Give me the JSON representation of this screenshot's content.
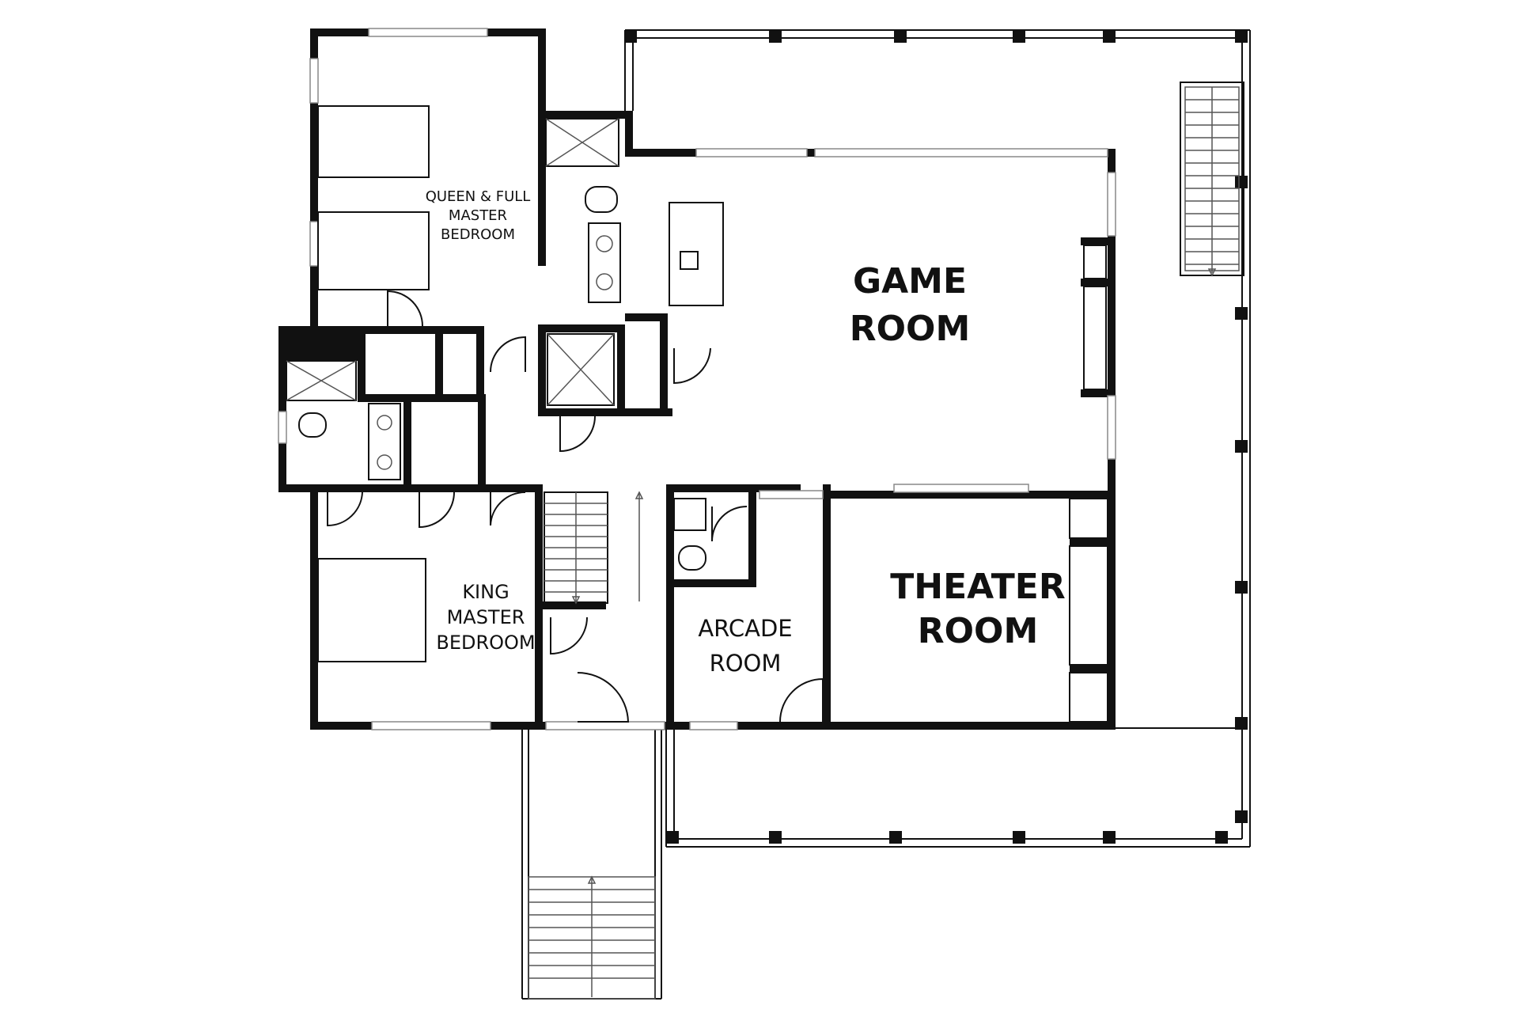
{
  "rooms": {
    "game": {
      "line1": "GAME",
      "line2": "ROOM"
    },
    "theater": {
      "line1": "THEATER",
      "line2": "ROOM"
    },
    "arcade": {
      "line1": "ARCADE",
      "line2": "ROOM"
    },
    "king": {
      "line1": "KING",
      "line2": "MASTER",
      "line3": "BEDROOM"
    },
    "queen": {
      "line1": "QUEEN & FULL",
      "line2": "MASTER",
      "line3": "BEDROOM"
    }
  }
}
